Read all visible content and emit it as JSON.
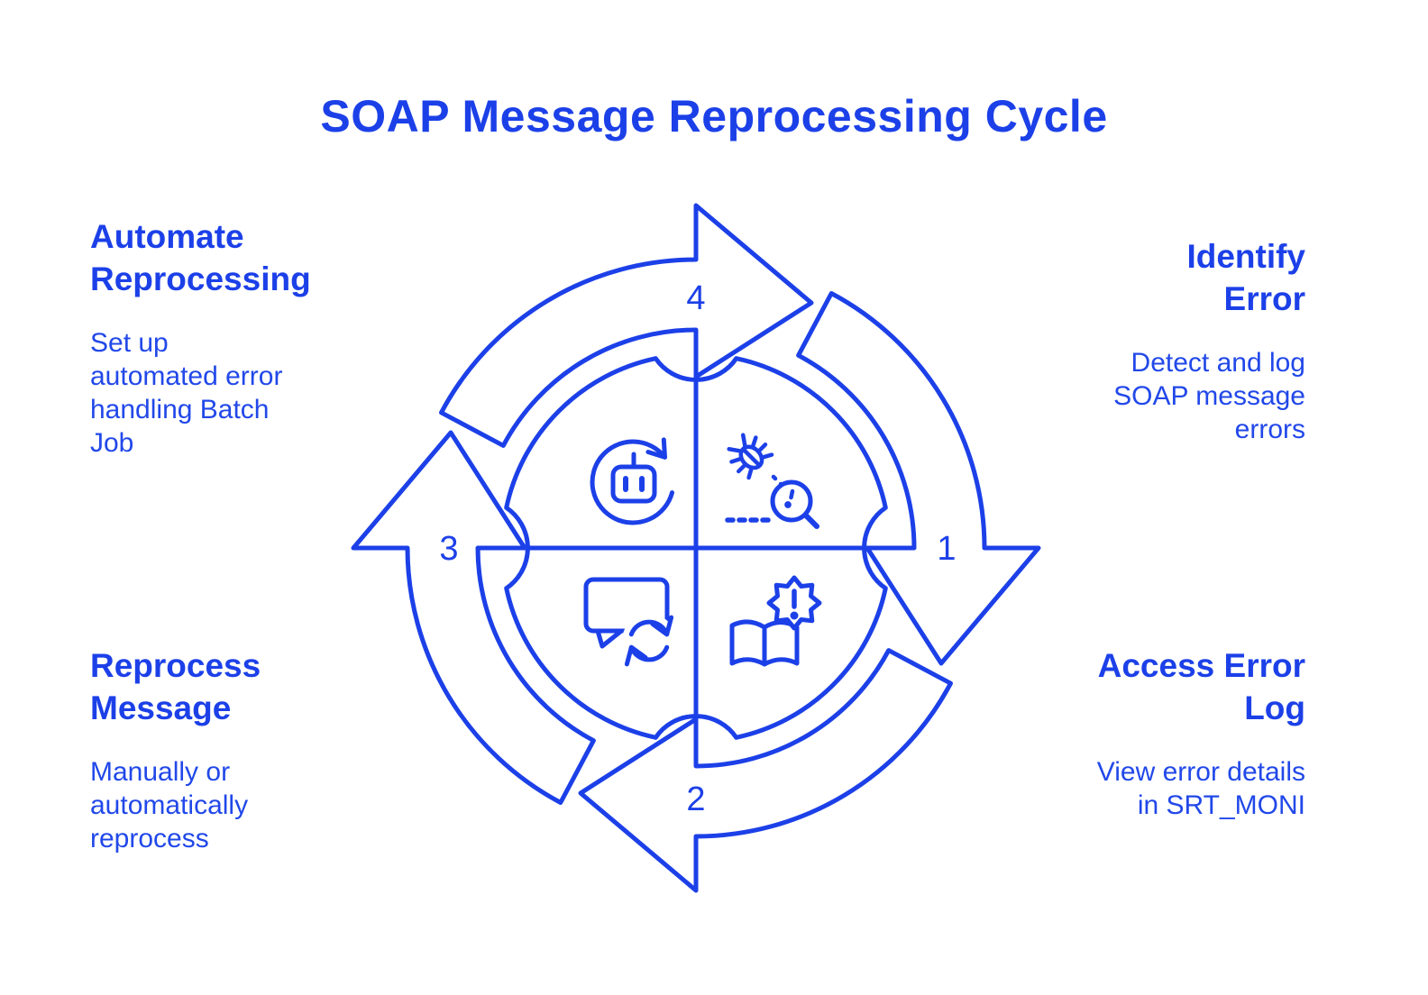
{
  "title": "SOAP Message Reprocessing Cycle",
  "colors": {
    "accent_blue": "#1c40e8",
    "background": "#ffffff"
  },
  "cycle": {
    "numbers": [
      "1",
      "2",
      "3",
      "4"
    ],
    "direction": "clockwise",
    "icons": [
      "robot-refresh-icon",
      "bug-search-icon",
      "message-sync-icon",
      "book-alert-icon"
    ]
  },
  "steps": {
    "top_left": {
      "num": "4",
      "heading": "Automate\nReprocessing",
      "body": "Set up\nautomated error\nhandling Batch\nJob"
    },
    "top_right": {
      "num": "1",
      "heading": "Identify\nError",
      "body": "Detect and log\nSOAP message\nerrors"
    },
    "bottom_left": {
      "num": "3",
      "heading": "Reprocess\nMessage",
      "body": "Manually or\nautomatically\nreprocess"
    },
    "bottom_right": {
      "num": "2",
      "heading": "Access Error\nLog",
      "body": "View error details\nin SRT_MONI"
    }
  }
}
